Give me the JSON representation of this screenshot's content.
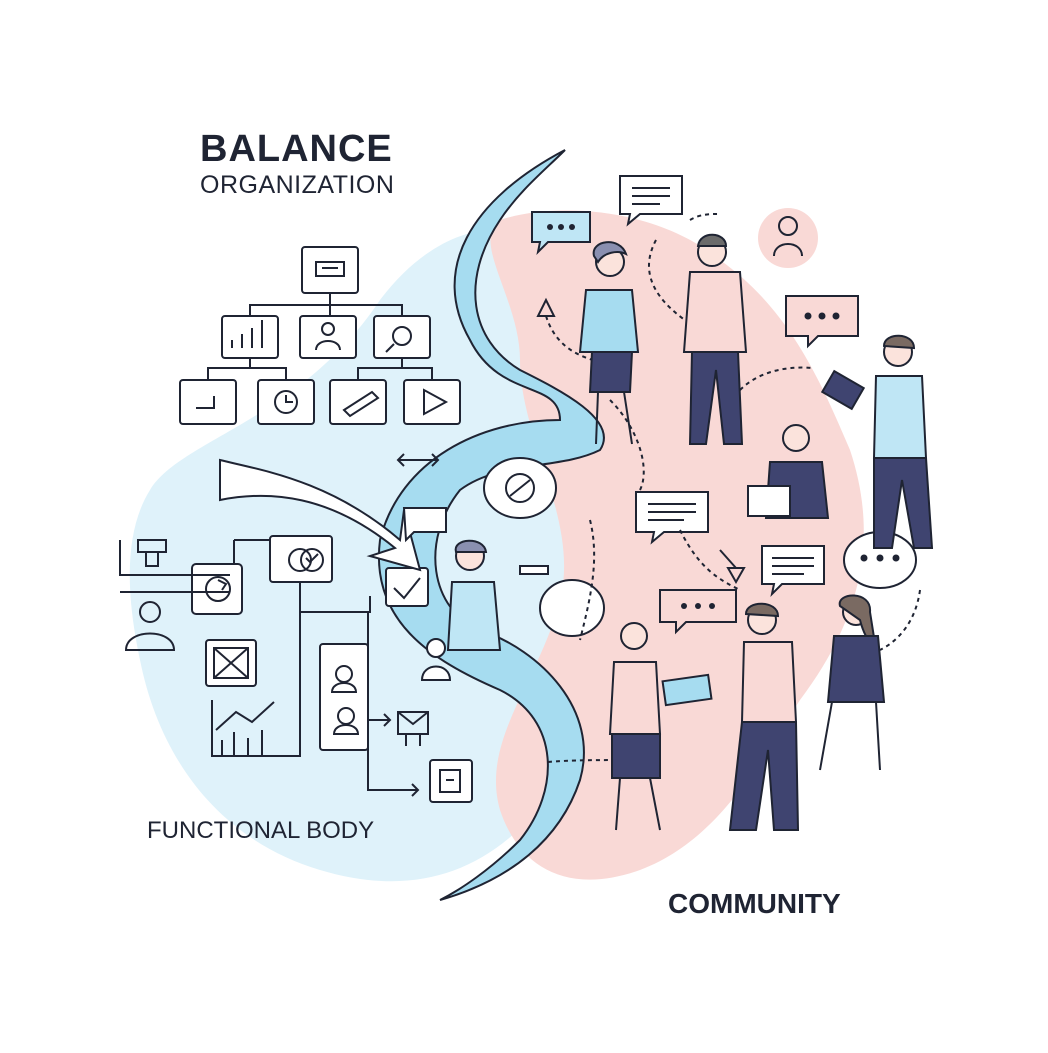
{
  "heading": {
    "title": "BALANCE",
    "subtitle": "ORGANIZATION"
  },
  "sections": {
    "left_label": "FUNCTIONAL BODY",
    "right_label": "COMMUNITY"
  },
  "colors": {
    "ink": "#1f2433",
    "blue_fill": "#bfe6f5",
    "blue_light": "#dff2fa",
    "blue_ribbon": "#a6dcf0",
    "pink_fill": "#f9d9d6",
    "navy": "#3f4470"
  },
  "icons": {
    "org_chart": [
      "toolbox-icon",
      "bar-chart-icon",
      "user-icon",
      "tools-icon",
      "presentation-icon",
      "clock-icon",
      "pencil-icon",
      "play-icon"
    ],
    "left_flow": [
      "stamp-icon",
      "refresh-icon",
      "user-icon",
      "checklist-icon",
      "scales-icon",
      "grid-icon",
      "line-chart-icon",
      "user-card-icon",
      "mail-icon",
      "connector-icon"
    ],
    "right_flow": [
      "chat-bubble-icon",
      "speech-icon",
      "person-avatar-icon"
    ]
  }
}
